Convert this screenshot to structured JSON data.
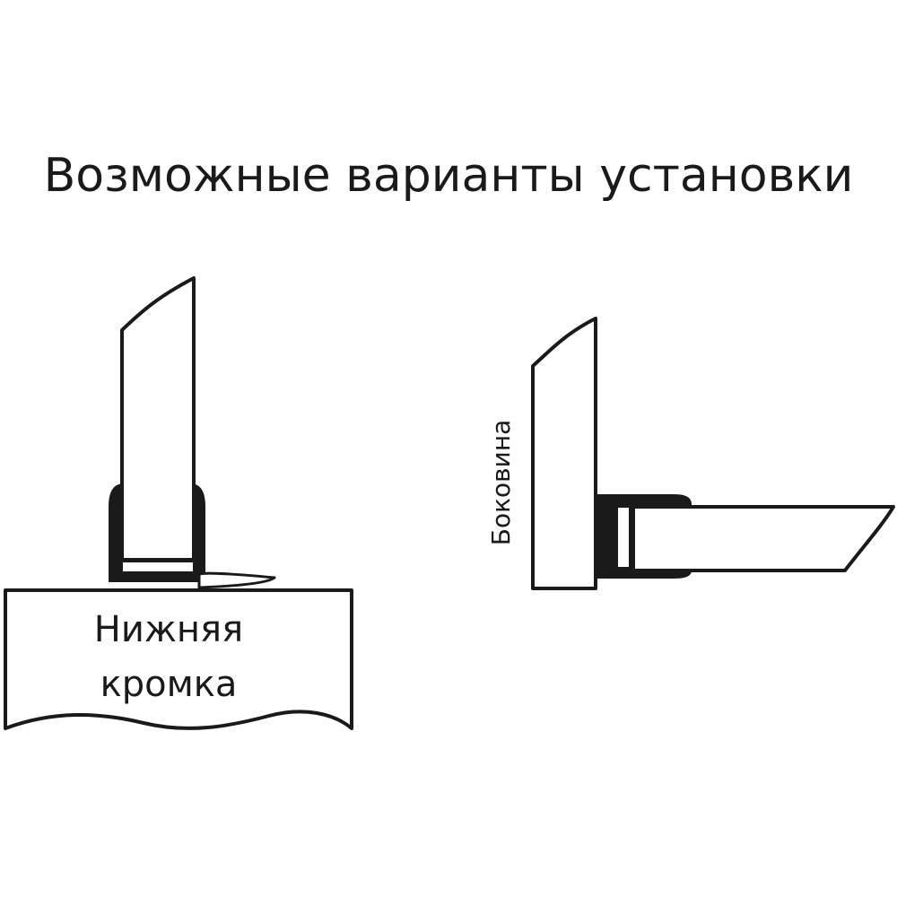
{
  "title": "Возможные варианты установки",
  "variants": [
    {
      "label_lines": [
        "Нижняя",
        "кромка"
      ]
    },
    {
      "label": "Боковина"
    }
  ],
  "colors": {
    "line": "#1a1a1a",
    "background": "#ffffff"
  }
}
